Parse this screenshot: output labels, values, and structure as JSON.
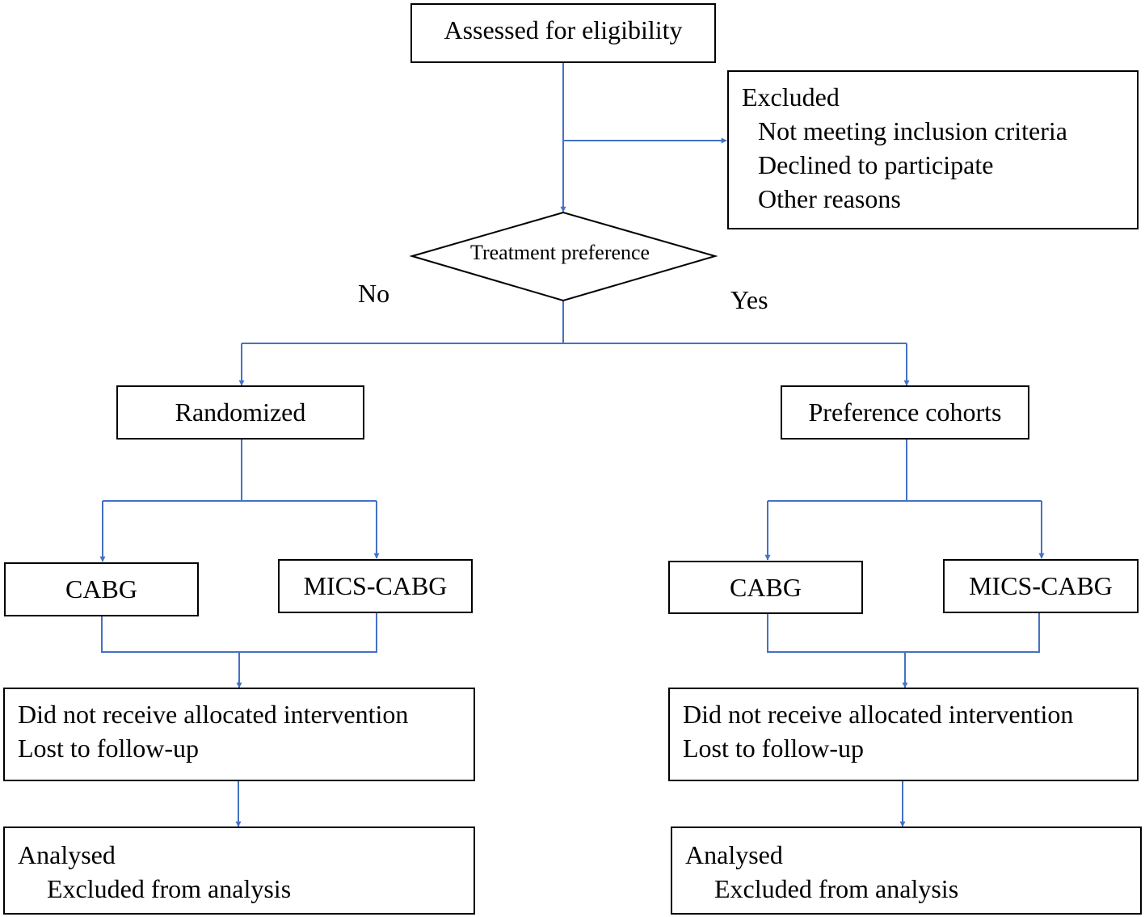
{
  "assessed": "Assessed for eligibility",
  "excluded": {
    "title": "Excluded",
    "reasons": [
      "Not meeting inclusion criteria",
      "Declined to participate",
      "Other reasons"
    ]
  },
  "decision": "Treatment preference",
  "branch_no": "No",
  "branch_yes": "Yes",
  "left": {
    "group": "Randomized",
    "arm_a": "CABG",
    "arm_b": "MICS-CABG",
    "followup": [
      "Did not receive allocated intervention",
      "Lost to follow-up"
    ],
    "analysis": {
      "title": "Analysed",
      "sub": "Excluded from analysis"
    }
  },
  "right": {
    "group": "Preference cohorts",
    "arm_a": "CABG",
    "arm_b": "MICS-CABG",
    "followup": [
      "Did not receive allocated intervention",
      "Lost to follow-up"
    ],
    "analysis": {
      "title": "Analysed",
      "sub": "Excluded from analysis"
    }
  },
  "colors": {
    "connector": "#4472C4",
    "border": "#000000"
  }
}
